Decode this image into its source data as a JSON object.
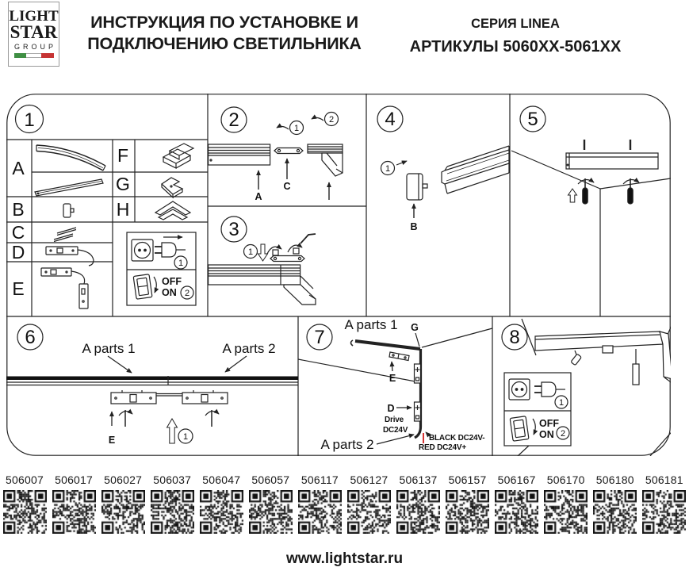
{
  "header": {
    "logo": {
      "line1": "LIGHT",
      "line2": "STAR",
      "line3": "GROUP"
    },
    "title_line1": "ИНСТРУКЦИЯ ПО УСТАНОВКЕ И",
    "title_line2": "ПОДКЛЮЧЕНИЮ СВЕТИЛЬНИКА",
    "series": "СЕРИЯ LINEA",
    "articles": "АРТИКУЛЫ 5060XX-5061XX"
  },
  "panels": {
    "p1": {
      "num": "1",
      "rows": [
        "A",
        "B",
        "C",
        "D",
        "E"
      ],
      "right_rows": [
        "F",
        "G",
        "H"
      ],
      "plug_step": "1",
      "switch_step": "2",
      "off": "OFF",
      "on": "ON"
    },
    "p2": {
      "num": "2",
      "step1": "1",
      "step2": "2",
      "label_a": "A",
      "label_c": "C"
    },
    "p3": {
      "num": "3",
      "step1": "1"
    },
    "p4": {
      "num": "4",
      "step1": "1",
      "label_b": "B"
    },
    "p5": {
      "num": "5"
    },
    "p6": {
      "num": "6",
      "a_parts_1": "A parts 1",
      "a_parts_2": "A parts 2",
      "label_e": "E",
      "step1": "1"
    },
    "p7": {
      "num": "7",
      "a_parts_1": "A parts 1",
      "a_parts_2": "A parts 2",
      "label_g": "G",
      "label_e": "E",
      "label_d": "D",
      "drive": "Drive",
      "dc24v": "DC24V",
      "black": "BLACK DC24V-",
      "red": "RED DC24V+"
    },
    "p8": {
      "num": "8",
      "step1": "1",
      "step2": "2",
      "off": "OFF",
      "on": "ON"
    }
  },
  "qr_codes": [
    "506007",
    "506017",
    "506027",
    "506037",
    "506047",
    "506057",
    "506117",
    "506127",
    "506137",
    "506157",
    "506167",
    "506170",
    "506180",
    "506181"
  ],
  "footer": {
    "url": "www.lightstar.ru"
  },
  "colors": {
    "ink": "#222222",
    "red_wire": "#cc0000",
    "flag_green": "#3f8f44",
    "flag_red": "#c63434"
  }
}
